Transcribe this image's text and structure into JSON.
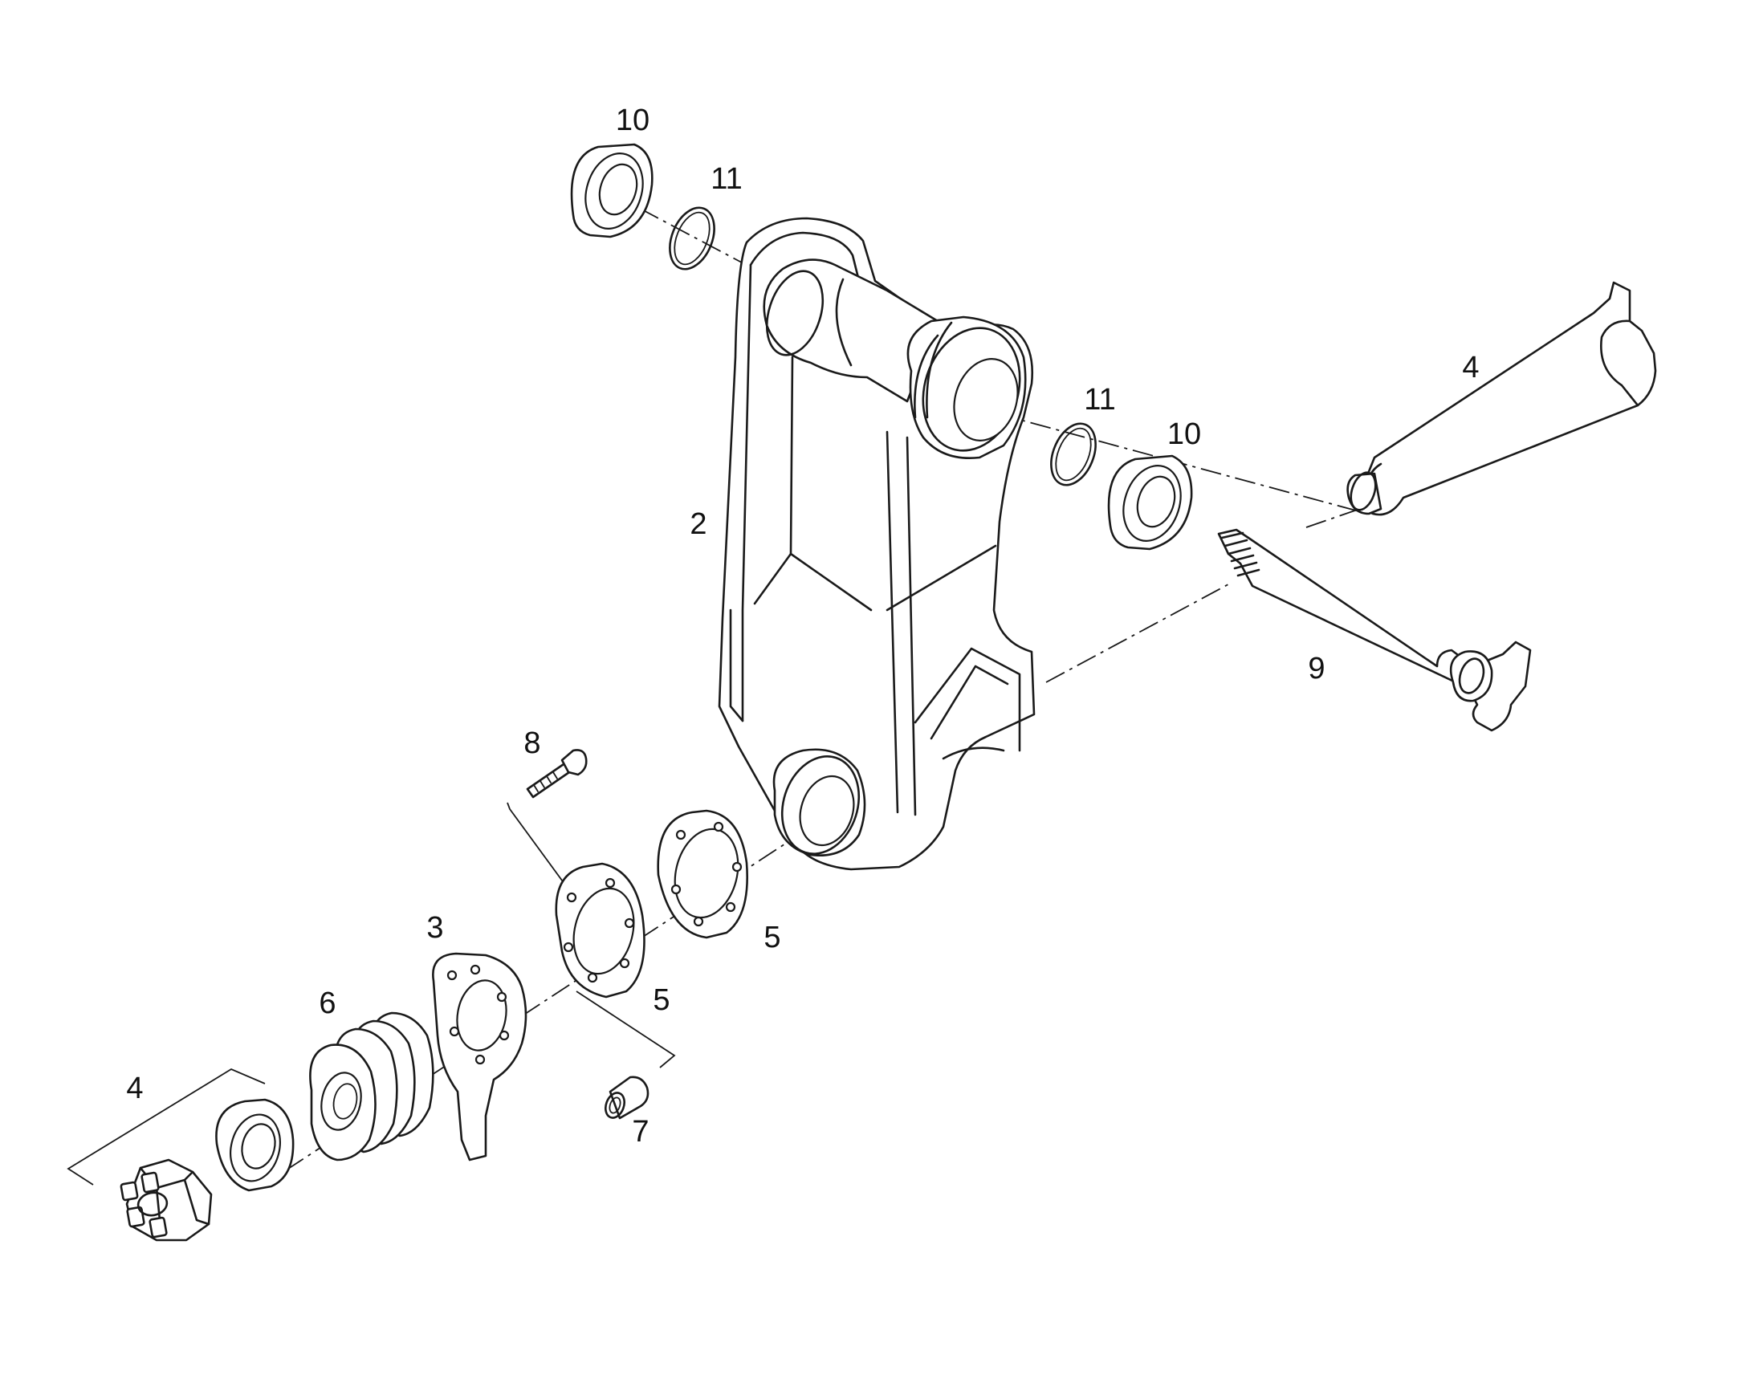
{
  "diagram": {
    "callouts": {
      "c10_top": "10",
      "c11_top": "11",
      "c11_right": "11",
      "c10_right": "10",
      "c4_right": "4",
      "c2": "2",
      "c9": "9",
      "c8": "8",
      "c3": "3",
      "c5_upper": "5",
      "c5_lower": "5",
      "c6": "6",
      "c4_left": "4",
      "c7": "7"
    }
  }
}
